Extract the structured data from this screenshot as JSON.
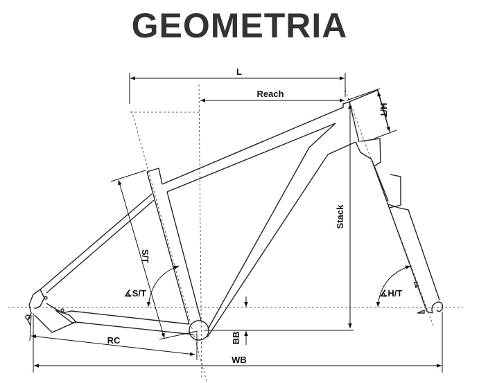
{
  "title": "GEOMETRIA",
  "labels": {
    "l": "L",
    "reach": "Reach",
    "head_tube": "H/T",
    "stack": "Stack",
    "seat_tube": "S/T",
    "seat_tube_angle": "∡S/T",
    "head_tube_angle": "∡H/T",
    "bb": "BB",
    "rc": "RC",
    "wb": "WB"
  }
}
